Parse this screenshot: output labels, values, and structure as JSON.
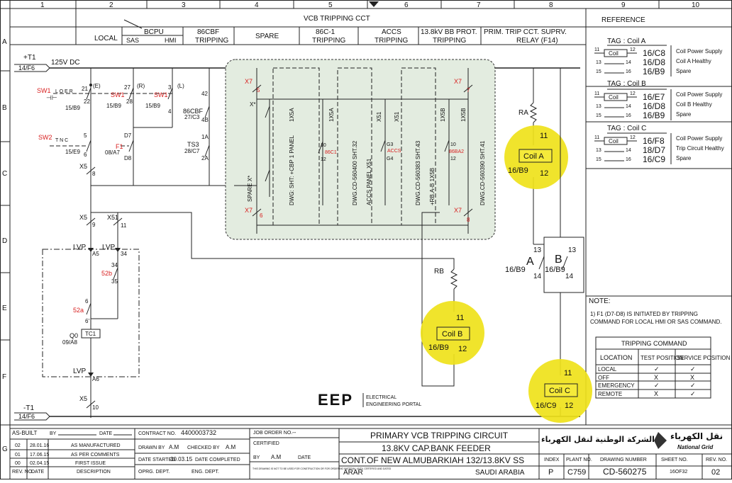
{
  "grid": {
    "columns": [
      "1",
      "2",
      "3",
      "4",
      "5",
      "6",
      "7",
      "8",
      "9",
      "10"
    ],
    "rows": [
      "A",
      "B",
      "C",
      "D",
      "E",
      "F",
      "G"
    ]
  },
  "header": {
    "title": "VCB TRIPPING CCT",
    "reference": "REFERENCE",
    "local": "LOCAL",
    "bcpu": "BCPU",
    "sas": "SAS",
    "hmi": "HMI",
    "c86cbf_1": "86CBF",
    "c86cbf_2": "TRIPPING",
    "spare": "SPARE",
    "c86c1_1": "86C-1",
    "c86c1_2": "TRIPPING",
    "accs_1": "ACCS",
    "accs_2": "TRIPPING",
    "bbprot_1": "13.8kV BB PROT.",
    "bbprot_2": "TRIPPING",
    "prim_1": "PRIM. TRIP CCT. SUPRV.",
    "prim_2": "RELAY (F14)"
  },
  "supply": {
    "t1_pos": "+T1",
    "t1_pos_ref": "14/F6",
    "dc": "125V DC",
    "t1_neg": "-T1",
    "t1_neg_ref": "14/F6"
  },
  "left": {
    "sw1a": "SW1",
    "sw1a_mode": "L O E R",
    "sw1a_ref": "15/B9",
    "sw1a_n1": "21",
    "sw1a_n2": "22",
    "sw1a_tag": "(E)",
    "sw1b": "SW1",
    "sw1b_ref": "15/B9",
    "sw1b_n1": "27",
    "sw1b_n2": "28",
    "sw1b_tag": "(R)",
    "sw1c": "SW1",
    "sw1c_ref": "15/B9",
    "sw1c_n1": "3",
    "sw1c_n2": "4",
    "sw1c_tag": "(L)",
    "sw2": "SW2",
    "sw2_mode": "T N C",
    "sw2_ref": "15/E9",
    "sw2_n1": "5",
    "sw2_n2": "6",
    "f1": "F1",
    "f1_ref": "08/A7",
    "f1_n1": "D7",
    "f1_n2": "D8",
    "k86cbf": "86CBF",
    "k86cbf_ref": "27/C3",
    "k86cbf_n1": "42",
    "k86cbf_n2": "4B",
    "ts3": "TS3",
    "ts3_ref": "28/C7",
    "ts3_n1": "1A",
    "ts3_n2": "2A",
    "x5a": "X5",
    "x5a_n": "8",
    "x5b": "X5",
    "x5b_n": "9",
    "x51": "X51",
    "x51_n": "11",
    "lvp1": "LVP",
    "lvp1_n": "A5",
    "lvp2": "LVP",
    "lvp2_n": "34",
    "s52b": "52b",
    "s52b_n1": "34",
    "s52b_n2": "35",
    "s52a": "52a",
    "s52a_n1": "6",
    "s52a_n2": "6'",
    "tc1": "TC1",
    "q0": "Q0",
    "q0_ref": "09/A8",
    "lvp3": "LVP",
    "lvp3_n": "A6",
    "x5c": "X5",
    "x5c_n": "10"
  },
  "panel": {
    "x7a": "X7",
    "x7a_n": "5",
    "x7b": "X7",
    "x7b_n": "6",
    "x7c": "X7",
    "x7c_n": "7",
    "x7d": "X7",
    "x7d_n": "8",
    "col1_lbl": "X*",
    "col1_text": "SPARE X*",
    "col2_lbl": "1X5A",
    "col2_text": "DWG: SHT: +CBP 1 PANEL",
    "col2_relay": "86C1",
    "col2_n1": "10",
    "col2_n2": "12",
    "col3_lbl": "1X5A",
    "col3_text": "DWG.CD-560400 SHT.32",
    "col4_lbl": "X51",
    "col4_text": "ACCS PANEL X51",
    "col4_relay": "ACCS",
    "col4_n1": "G3",
    "col4_n2": "G4",
    "col5_lbl": "X51",
    "col5_text": "DWG.CD-560383 SHT.43",
    "col6_lbl": "1X5B",
    "col6_text": "+RB.A-B 1X5B",
    "col6_relay": "86BA2",
    "col6_n1": "10",
    "col6_n2": "12",
    "col7_lbl": "1X5B",
    "col7_text": "DWG.CD-560390 SHT.41"
  },
  "coils": {
    "ra": "RA",
    "rb": "RB",
    "a_label": "Coil A",
    "a_n1": "11",
    "a_n2": "12",
    "a_ref": "16/B9",
    "b_label": "Coil B",
    "b_n1": "11",
    "b_n2": "12",
    "b_ref": "16/B9",
    "c_label": "Coil C",
    "c_n1": "11",
    "c_n2": "12",
    "c_ref": "16/C9",
    "sw_a": "A",
    "sw_a_n1": "13",
    "sw_a_n2": "14",
    "sw_a_ref": "16/B9",
    "sw_b": "B",
    "sw_b_n1": "13",
    "sw_b_n2": "14",
    "sw_b_ref": "16/B9"
  },
  "reference": {
    "blocks": [
      {
        "tag": "TAG : Coil A",
        "coil": "Coil",
        "n11": "11",
        "n12": "12",
        "n13": "13",
        "n14": "14",
        "n15": "15",
        "n16": "16",
        "refs": [
          "16/C8",
          "16/D8",
          "16/B9"
        ],
        "descs": [
          "Coil Power Supply",
          "Coil A Healthy",
          "Spare"
        ]
      },
      {
        "tag": "TAG : Coil B",
        "coil": "Coil",
        "n11": "11",
        "n12": "12",
        "n13": "13",
        "n14": "14",
        "n15": "15",
        "n16": "16",
        "refs": [
          "16/E7",
          "16/D8",
          "16/B9"
        ],
        "descs": [
          "Coil Power Supply",
          "Coil B Healthy",
          "Spare"
        ]
      },
      {
        "tag": "TAG : Coil C",
        "coil": "Coil",
        "n11": "11",
        "n12": "12",
        "n13": "13",
        "n14": "14",
        "n15": "15",
        "n16": "16",
        "refs": [
          "16/F8",
          "18/D7",
          "16/C9"
        ],
        "descs": [
          "Coil Power Supply",
          "Trip Circuit Healthy",
          "Spare"
        ]
      }
    ]
  },
  "note": {
    "label": "NOTE:",
    "line1": "1) F1 (D7-D8) IS INITIATED BY TRIPPING",
    "line2": "COMMAND FOR LOCAL HMI OR SAS COMMAND."
  },
  "tripping_table": {
    "title": "TRIPPING COMMAND",
    "headers": [
      "LOCATION",
      "TEST POSITION",
      "SERVICE POSITION"
    ],
    "rows": [
      [
        "LOCAL",
        "✓",
        "✓"
      ],
      [
        "OFF",
        "X",
        "X"
      ],
      [
        "EMERGENCY",
        "✓",
        "✓"
      ],
      [
        "REMOTE",
        "X",
        "✓"
      ]
    ]
  },
  "logo": {
    "brand": "EEP",
    "line1": "ELECTRICAL",
    "line2": "ENGINEERING PORTAL"
  },
  "title_block": {
    "asbuilt": "AS-BUILT",
    "by": "BY",
    "date": "DATE",
    "revisions": [
      {
        "rev": "02",
        "date": "28.01.16",
        "desc": "AS MANUFACTURED"
      },
      {
        "rev": "01",
        "date": "17.06.15",
        "desc": "AS PER COMMENTS"
      },
      {
        "rev": "00",
        "date": "02.04.15",
        "desc": "FIRST ISSUE"
      }
    ],
    "rev_no": "REV. NO.",
    "rev_date": "DATE",
    "rev_desc": "DESCRIPTION",
    "contract_lbl": "CONTRACT NO.",
    "contract": "4400003732",
    "drawn_lbl": "DRAWN BY",
    "drawn": "A.M",
    "checked_lbl": "CHECKED BY",
    "checked": "A.M",
    "started_lbl": "DATE STARTED",
    "started": "30.03.15",
    "completed_lbl": "DATE COMPLETED",
    "oprg": "OPRG. DEPT.",
    "eng": "ENG. DEPT.",
    "job_lbl": "JOB ORDER NO.",
    "job": "--",
    "certified": "CERTIFIED",
    "cert_by": "A.M",
    "cert_fine": "THIS DRAWING IS NOT TO BE USED FOR CONSTRUCTION OR FOR ORDERING MATERIAL UNTIL CERTIFIED AND DATED",
    "title1": "PRIMARY VCB TRIPPING CIRCUIT",
    "title2": "13.8KV CAP.BANK FEEDER",
    "title3": "CONT.OF NEW ALMUBARKIAH 132/13.8KV SS",
    "city": "ARAR",
    "country": "SAUDI ARABIA",
    "company_ar": "الشركة الوطنية لنقل الكهرباء",
    "company_en": "National Grid",
    "logo_ar": "نقل الكهرباء",
    "index_lbl": "INDEX",
    "index": "P",
    "plant_lbl": "PLANT NO.",
    "plant": "C759",
    "drawing_lbl": "DRAWING NUMBER",
    "drawing": "CD-560275",
    "sheet_lbl": "SHEET NO.",
    "sheet": "16OF32",
    "revno_lbl": "REV. NO.",
    "revno": "02"
  }
}
